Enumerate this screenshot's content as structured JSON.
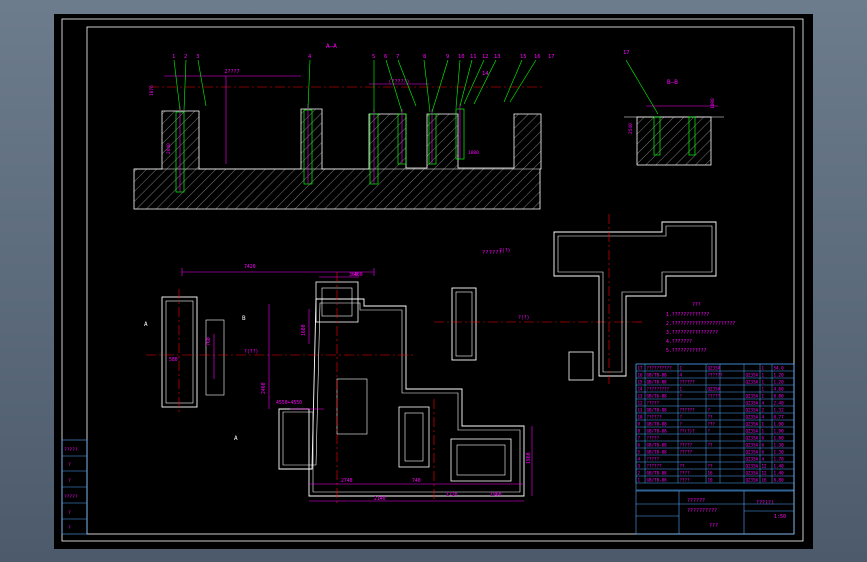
{
  "colors": {
    "background": "#000000",
    "frame": "#ffffff",
    "outline": "#ffffff",
    "dimension": "#ff00ff",
    "leader": "#00ff00",
    "centerline": "#ff0000",
    "table": "#4fa8ff",
    "hatch": "#ffffff",
    "app_chrome": "#5b6a7c"
  },
  "section_views": {
    "aa_label": "A—A",
    "bb_label": "B—B",
    "aa_balloons": [
      "1",
      "2",
      "3",
      "4",
      "5",
      "6",
      "7",
      "8",
      "9",
      "10",
      "11",
      "12",
      "13",
      "14",
      "15",
      "16",
      "17"
    ],
    "bb_balloon": "17",
    "top_dim": "2???7",
    "mid_dim": "(?????)",
    "left_dim_a": "1076",
    "left_dim_b": "2640",
    "right_dim": "1880",
    "bb_dim_a": "2540",
    "bb_dim_b": "1000"
  },
  "plan_view": {
    "dim_top": "7420",
    "dim_top2": "480",
    "dim_left": "2460",
    "dim_mid": "4550+4550",
    "dim_bottom_total": "2140",
    "dim_b1": "2740",
    "dim_b2": "740",
    "dim_b3": "1720",
    "dim_b4": "1960",
    "dim_side": "1960",
    "dim_side2": "580",
    "dim_side3": "760",
    "center_label": "?(??)",
    "left_dim_small": "360",
    "left_dim_small2": "1680",
    "marker_a": "A",
    "marker_a2": "A",
    "marker_b": "B",
    "center_mark": "?(?)",
    "right_mark": "?(?)"
  },
  "notes": {
    "title": "???",
    "lines": [
      "1.?????????????",
      "2.??????????????????????",
      "3.????????????????",
      "4.???????",
      "5.????????????"
    ],
    "plan_title": "??????"
  },
  "parts_table": {
    "rows": [
      [
        "17",
        "??????????",
        "1",
        "Q235A",
        "",
        "",
        "1",
        "54.0"
      ],
      [
        "16",
        "GB/T8-88",
        "4",
        "??????",
        "",
        "Q235A",
        "1",
        "1.20"
      ],
      [
        "15",
        "GB/T8-88",
        "??????",
        "",
        "",
        "Q235A",
        "1",
        "1.20"
      ],
      [
        "14",
        "?????????",
        "1",
        "Q235A",
        "",
        "",
        "1",
        "4.60"
      ],
      [
        "13",
        "GB/T6-88",
        "?",
        "?????",
        "",
        "Q235A",
        "1",
        "0.80"
      ],
      [
        "12",
        "?????",
        "",
        "",
        "",
        "Q235A",
        "4",
        "2.40"
      ],
      [
        "11",
        "GB/T8-88",
        "??????",
        "?",
        "",
        "Q235A",
        "2",
        "1.32"
      ],
      [
        "10",
        "??????",
        "?",
        "??",
        "",
        "Q235A",
        "4",
        "0.77"
      ],
      [
        "9",
        "GB/T8-88",
        "?",
        "???",
        "",
        "Q235A",
        "1",
        "1.90"
      ],
      [
        "8",
        "GB/T8-88",
        "??(?)?",
        "?",
        "",
        "Q235A",
        "1",
        "1.90"
      ],
      [
        "7",
        "?????",
        "",
        "",
        "",
        "Q235A",
        "6",
        "1.80"
      ],
      [
        "6",
        "GB/T8-88",
        "?????",
        "??",
        "",
        "Q235A",
        "6",
        "1.30"
      ],
      [
        "5",
        "GB/T8-88",
        "?????",
        "",
        "",
        "Q235A",
        "6",
        "1.30"
      ],
      [
        "4",
        "?????",
        "",
        "",
        "",
        "Q235A",
        "4",
        "1.70"
      ],
      [
        "3",
        "??????",
        "??",
        "??",
        "",
        "Q235A",
        "12",
        "1.40"
      ],
      [
        "2",
        "GB/T8-88",
        "????",
        "16",
        "",
        "Q235A",
        "12",
        "1.40"
      ],
      [
        "1",
        "GB/T8-88",
        "????",
        "10",
        "",
        "Q235A",
        "16",
        "0.80"
      ]
    ]
  },
  "title_block": {
    "drawing_name": "??????",
    "drawing_sub": "??????????",
    "scale": "1:50",
    "code": "???(?)",
    "sheet": "???"
  },
  "left_strip": {
    "rows": [
      "?????",
      "?",
      "?",
      "?????",
      "?",
      "?"
    ]
  }
}
